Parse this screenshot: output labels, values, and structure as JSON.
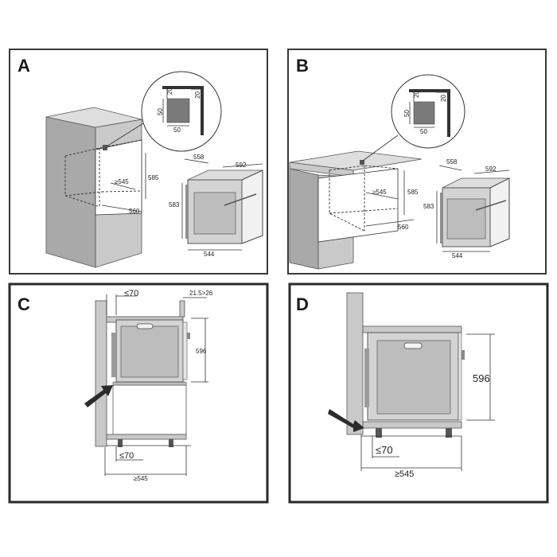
{
  "panels": [
    {
      "letter": "A"
    },
    {
      "letter": "B"
    },
    {
      "letter": "C"
    },
    {
      "letter": "D"
    }
  ],
  "panel_a": {
    "vent_dims": [
      "20",
      "20",
      "50",
      "50"
    ],
    "niche_dims": [
      "≥545",
      "585",
      "560"
    ],
    "oven_dims": [
      "558",
      "592",
      "583",
      "544"
    ]
  },
  "panel_b": {
    "vent_dims": [
      "20",
      "20",
      "50",
      "50"
    ],
    "niche_dims": [
      "≥545",
      "585",
      "560"
    ],
    "oven_dims": [
      "558",
      "592",
      "583",
      "544"
    ]
  },
  "panel_c": {
    "gap_top": "≤70",
    "gap_right": "21.5>26",
    "height": "596",
    "gap_bottom": "≤70",
    "depth": "≥545"
  },
  "panel_d": {
    "height": "596",
    "gap_bottom": "≤70",
    "depth": "≥545"
  },
  "colors": {
    "frame": "#3a3a3a",
    "wall": "#c9c9c9",
    "oven_door": "#d3d3d3",
    "arrow": "#2b2b2b"
  }
}
